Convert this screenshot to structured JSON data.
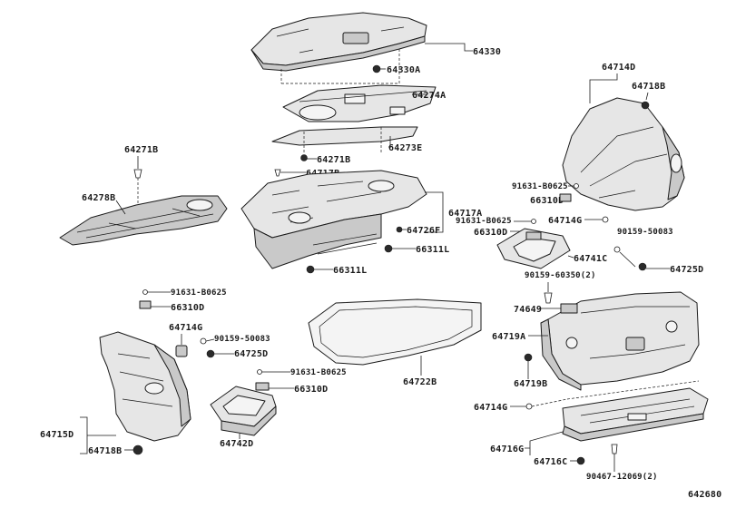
{
  "diagram_id": "642680",
  "labels": {
    "p64330": "64330",
    "p64330A": "64330A",
    "p64274A": "64274A",
    "p64273E": "64273E",
    "p64271B_top": "64271B",
    "p64271B_left": "64271B",
    "p64278B": "64278B",
    "p64717B": "64717B",
    "p64717A": "64717A",
    "p64726F": "64726F",
    "p66311L_a": "66311L",
    "p66311L_b": "66311L",
    "p64714D": "64714D",
    "p64718B_right": "64718B",
    "p91631_r1": "91631-B0625",
    "p66310D_r1": "66310D",
    "p64714G_r": "64714G",
    "p91631_r2": "91631-B0625",
    "p66310D_r2": "66310D",
    "p90159_r": "90159-50083",
    "p64741C": "64741C",
    "p64725D_r": "64725D",
    "p90159_60350": "90159-60350(2)",
    "p74649": "74649",
    "p64719A": "64719A",
    "p64719B": "64719B",
    "p64714G_r2": "64714G",
    "p64716G": "64716G",
    "p64716C": "64716C",
    "p90467": "90467-12069(2)",
    "p91631_l": "91631-B0625",
    "p66310D_l": "66310D",
    "p64714G_l": "64714G",
    "p90159_l": "90159-50083",
    "p64725D_l": "64725D",
    "p64722B": "64722B",
    "p91631_c": "91631-B0625",
    "p66310D_c": "66310D",
    "p64742D": "64742D",
    "p64715D": "64715D",
    "p64718B_left": "64718B"
  }
}
